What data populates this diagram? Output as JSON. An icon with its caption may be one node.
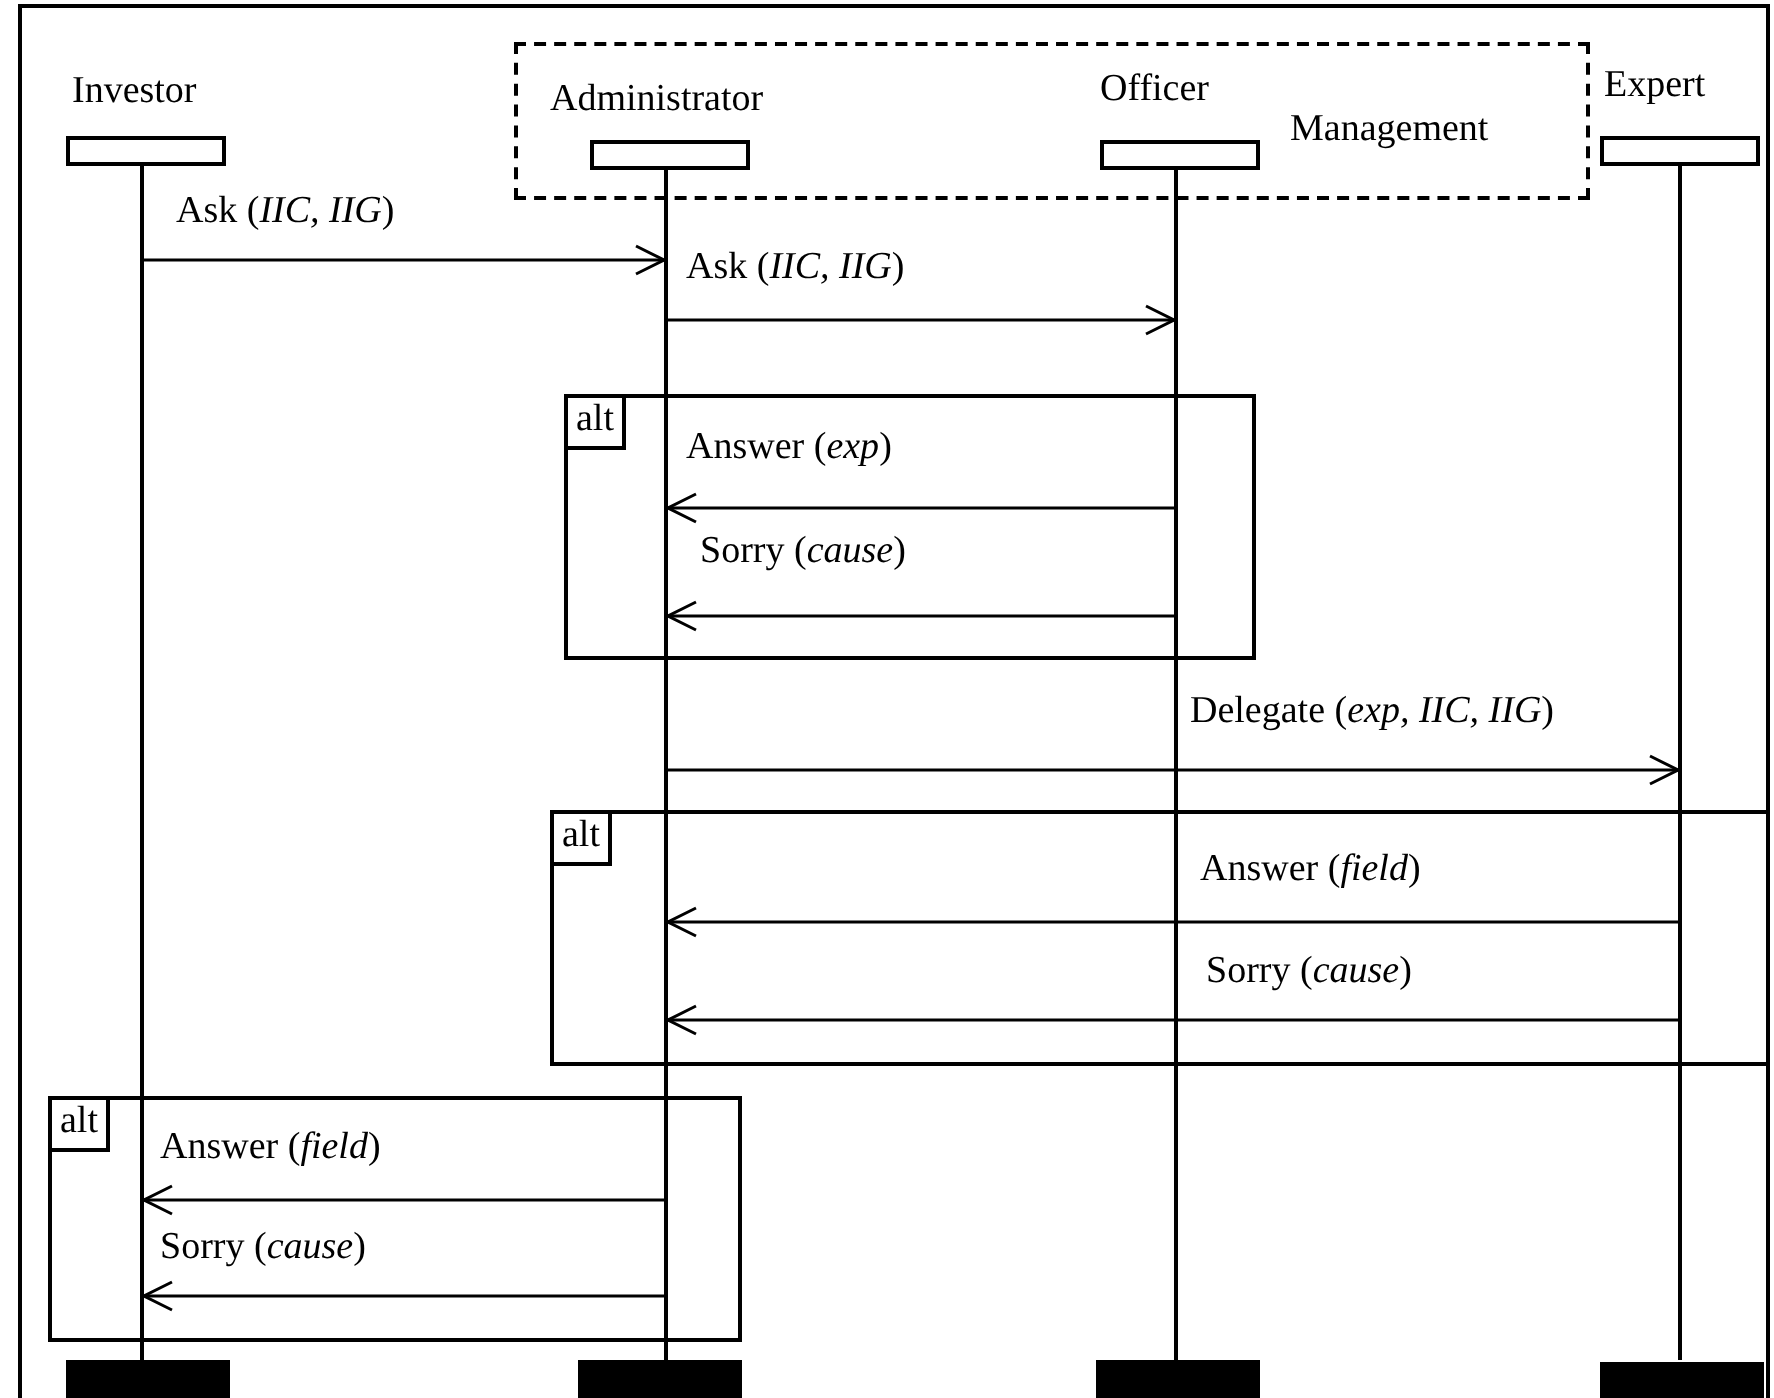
{
  "diagram": {
    "nodes": [
      {
        "text": [
          "Management"
        ]
      },
      {
        "text": [
          "Investor"
        ]
      },
      {
        "text": [
          "Administrator"
        ],
        "in": 0
      },
      {
        "text": [
          "Officer"
        ],
        "in": 0
      },
      {
        "text": [
          "Expert"
        ]
      },
      {
        "text": [],
        "shape": "line"
      },
      {
        "text": [],
        "shape": "line"
      },
      {
        "text": [],
        "shape": "line"
      },
      {
        "text": [],
        "shape": "line"
      },
      {
        "text": [
          "alt"
        ]
      },
      {
        "text": [
          "alt"
        ]
      },
      {
        "text": [
          "alt"
        ]
      },
      {
        "text": [],
        "shape": "bar"
      },
      {
        "text": [],
        "shape": "bar"
      },
      {
        "text": [],
        "shape": "bar"
      },
      {
        "text": [],
        "shape": "bar"
      }
    ],
    "edges": [
      {
        "from": 5,
        "to": 6,
        "arrow": "to",
        "label": "Ask (*IIC, IIG*)"
      },
      {
        "from": 6,
        "to": 7,
        "arrow": "to",
        "label": "Ask (*IIC, IIG*)"
      },
      {
        "from": 7,
        "to": 6,
        "arrow": "to",
        "label": "Answer (*exp*)"
      },
      {
        "from": 7,
        "to": 6,
        "arrow": "to",
        "label": "Sorry (*cause*)"
      },
      {
        "from": 6,
        "to": 8,
        "arrow": "to",
        "label": "Delegate (*exp, IIC, IIG*)"
      },
      {
        "from": 8,
        "to": 6,
        "arrow": "to",
        "label": "Answer (*field*)"
      },
      {
        "from": 8,
        "to": 6,
        "arrow": "to",
        "label": "Sorry (*cause*)"
      },
      {
        "from": 6,
        "to": 5,
        "arrow": "to",
        "label": "Answer (*field*)"
      },
      {
        "from": 6,
        "to": 5,
        "arrow": "to",
        "label": "Sorry (*cause*)"
      }
    ]
  }
}
